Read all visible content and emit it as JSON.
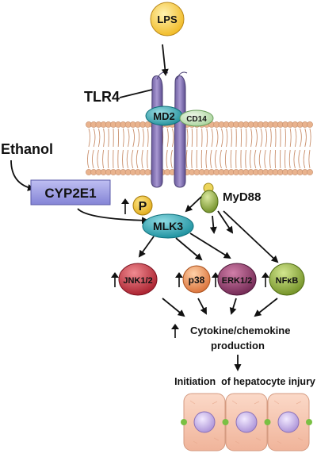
{
  "labels": {
    "lps": "LPS",
    "tlr4": "TLR4",
    "md2": "MD2",
    "cd14": "CD14",
    "ethanol": "Ethanol",
    "cyp2e1": "CYP2E1",
    "p": "P",
    "myd88": "MyD88",
    "mlk3": "MLK3",
    "jnk": "JNK1/2",
    "p38": "p38",
    "erk": "ERK1/2",
    "nfkb": "NFκB",
    "cytokine_line1": "Cytokine/chemokine",
    "cytokine_line2": "production",
    "injury": "Initiation  of hepatocyte injury"
  },
  "colors": {
    "lps": "#f5c63a",
    "md2": "#3aa8b3",
    "cd14": "#b9dcb0",
    "receptor": "#8b7ab8",
    "membrane_head": "#e9b38e",
    "cyp2e1": "#9b9be0",
    "p": "#f2c532",
    "myd88": "#8cab3a",
    "mlk3": "#2ba7b7",
    "jnk": "#c8333f",
    "p38": "#e48a54",
    "erk": "#8c3e68",
    "nfkb": "#8cab3a",
    "cell": "#f6c8b4",
    "nucleus": "#c9b5e4",
    "junction": "#7ac043"
  }
}
